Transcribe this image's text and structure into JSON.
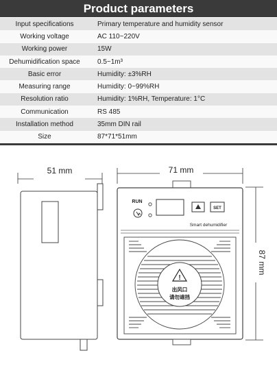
{
  "header": {
    "title": "Product parameters"
  },
  "params": [
    {
      "key": "Input specifications",
      "value": "Primary temperature and humidity sensor"
    },
    {
      "key": "Working voltage",
      "value": "AC 110~220V"
    },
    {
      "key": "Working power",
      "value": "15W"
    },
    {
      "key": "Dehumidification space",
      "value": "0.5~1m³"
    },
    {
      "key": "Basic error",
      "value": "Humidity: ±3%RH"
    },
    {
      "key": "Measuring range",
      "value": "Humidity: 0~99%RH"
    },
    {
      "key": "Resolution ratio",
      "value": "Humidity: 1%RH, Temperature: 1°C"
    },
    {
      "key": "Communication",
      "value": "RS 485"
    },
    {
      "key": "Installation method",
      "value": "35mm DIN rail"
    },
    {
      "key": "Size",
      "value": "87*71*51mm"
    }
  ],
  "diagram": {
    "width_label": "51 mm",
    "front_width_label": "71 mm",
    "height_label": "87 mm",
    "run_label": "RUN",
    "set_label": "SET",
    "panel_label": "Smart dehumidifier",
    "vent_line1": "出风口",
    "vent_line2": "请勿遮挡"
  }
}
